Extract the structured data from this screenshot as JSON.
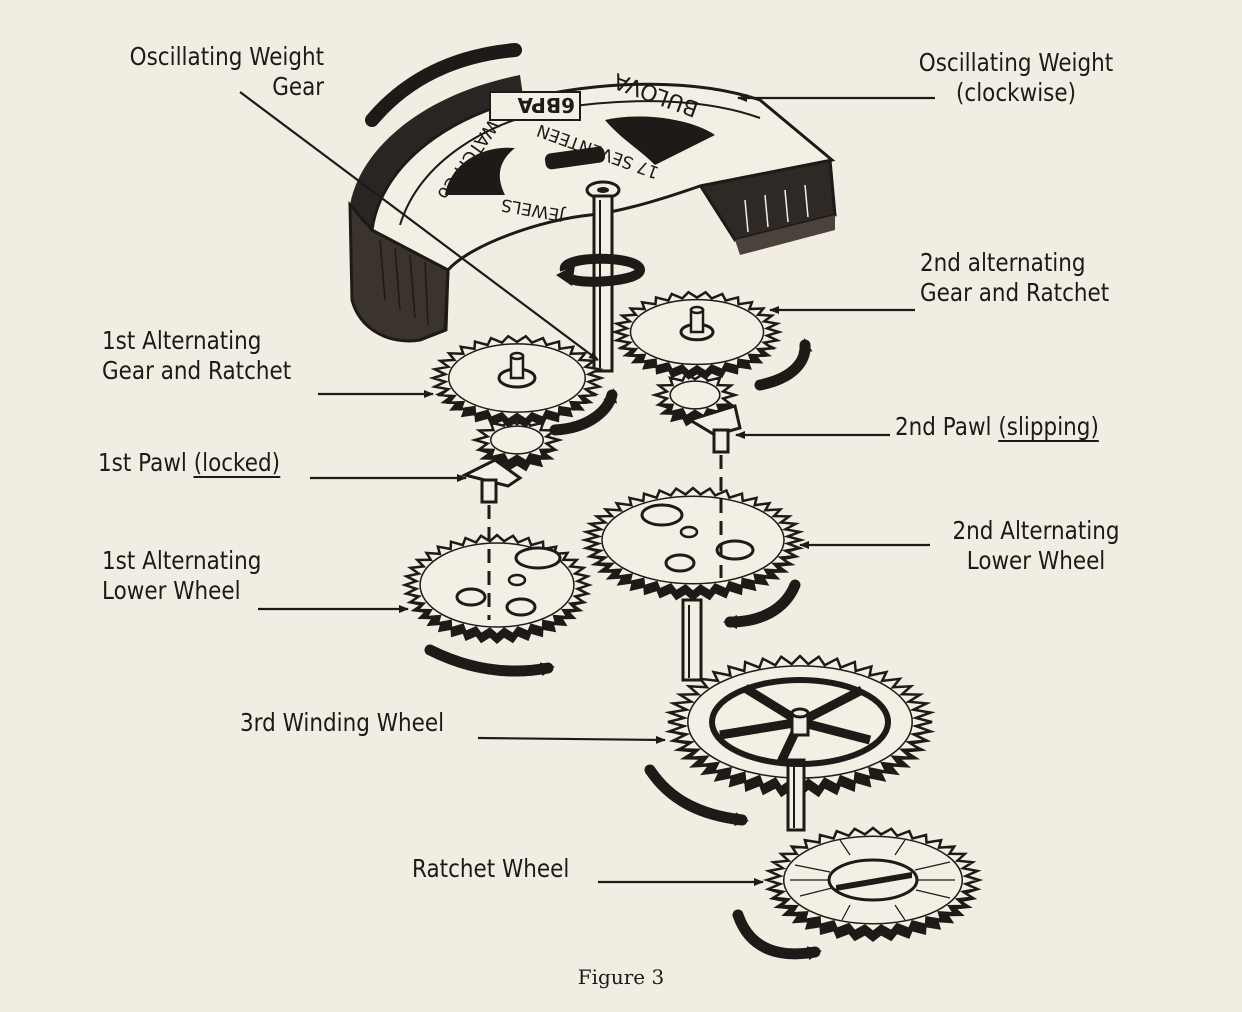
{
  "figure": {
    "caption": "Figure 3",
    "labels": {
      "osc_gear_line1": "Oscillating Weight",
      "osc_gear_line2": "Gear",
      "osc_weight_line1": "Oscillating Weight",
      "osc_weight_line2": "(clockwise)",
      "alt2_gear_line1": "2nd alternating",
      "alt2_gear_line2": "Gear and Ratchet",
      "alt1_gear_line1": "1st  Alternating",
      "alt1_gear_line2": "Gear and Ratchet",
      "pawl2_prefix": "2nd Pawl ",
      "pawl2_state": "(slipping)",
      "pawl1_prefix": "1st Pawl ",
      "pawl1_state": "(locked)",
      "lower2_line1": "2nd Alternating",
      "lower2_line2": "Lower Wheel",
      "lower1_line1": "1st Alternating",
      "lower1_line2": "Lower Wheel",
      "winding3": "3rd Winding Wheel",
      "ratchet": "Ratchet Wheel"
    },
    "weight_engraving": {
      "brand": "BULOVA",
      "code": "6BPA",
      "maker": "WATCH Co",
      "jewels_line1": "17 SEVENTEEN",
      "jewels_line2": "JEWELS"
    }
  }
}
